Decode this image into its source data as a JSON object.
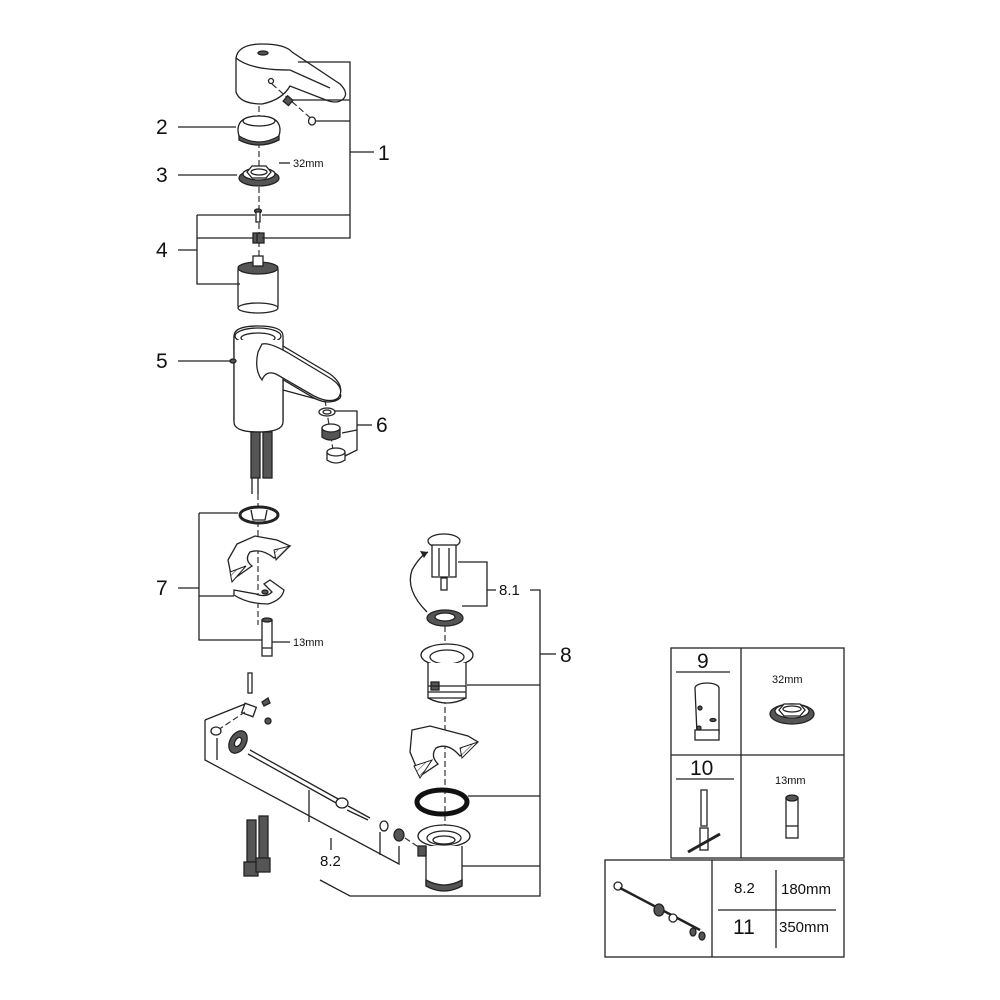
{
  "diagram": {
    "title": "Exploded parts diagram - single lever basin mixer",
    "callouts": [
      {
        "id": "1",
        "label": "1",
        "part": "lever handle assembly with screws"
      },
      {
        "id": "2",
        "label": "2",
        "part": "cover cap"
      },
      {
        "id": "3",
        "label": "3",
        "part": "threaded nut"
      },
      {
        "id": "4",
        "label": "4",
        "part": "cartridge with adapter and screw"
      },
      {
        "id": "5",
        "label": "5",
        "part": "mixer body"
      },
      {
        "id": "6",
        "label": "6",
        "part": "aerator set"
      },
      {
        "id": "7",
        "label": "7",
        "part": "mounting set"
      },
      {
        "id": "8",
        "label": "8",
        "part": "waste set"
      },
      {
        "id": "8.1",
        "label": "8.1",
        "part": "pop-up plug with seal"
      },
      {
        "id": "8.2",
        "label": "8.2",
        "part": "lift rod set"
      }
    ],
    "dimensions": {
      "nut": "32mm",
      "stud": "13mm"
    },
    "tools_table": {
      "rows": [
        {
          "number": "9",
          "dimension": "32mm",
          "part": "socket wrench"
        },
        {
          "number": "10",
          "dimension": "13mm",
          "part": "T-wrench"
        }
      ],
      "rod_table": [
        {
          "number": "8.2",
          "length": "180mm"
        },
        {
          "number": "11",
          "length": "350mm"
        }
      ]
    }
  }
}
